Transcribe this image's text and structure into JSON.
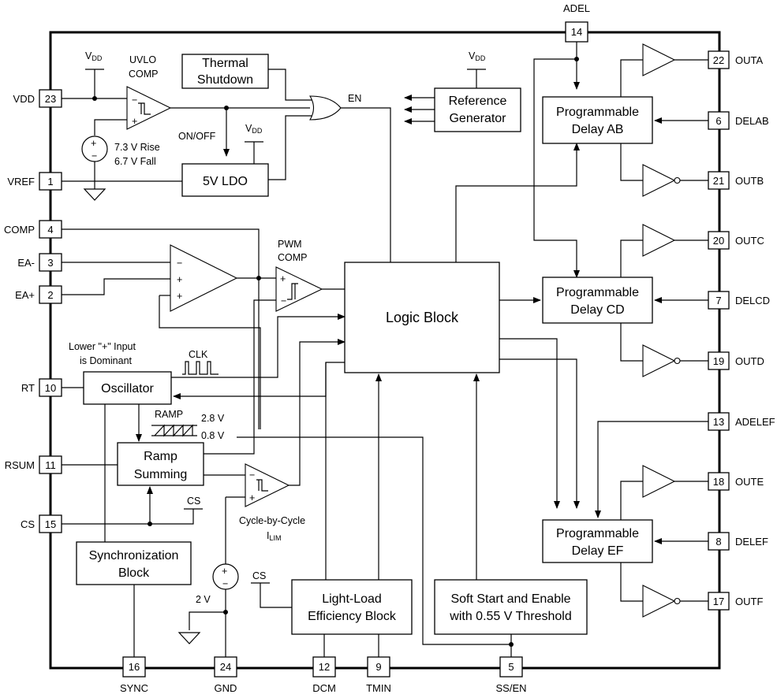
{
  "pins": {
    "vdd": {
      "label": "VDD",
      "num": "23"
    },
    "vref": {
      "label": "VREF",
      "num": "1"
    },
    "comp": {
      "label": "COMP",
      "num": "4"
    },
    "ea_minus": {
      "label": "EA-",
      "num": "3"
    },
    "ea_plus": {
      "label": "EA+",
      "num": "2"
    },
    "rt": {
      "label": "RT",
      "num": "10"
    },
    "rsum": {
      "label": "RSUM",
      "num": "11"
    },
    "cs": {
      "label": "CS",
      "num": "15"
    },
    "adel": {
      "label": "ADEL",
      "num": "14"
    },
    "outa": {
      "label": "OUTA",
      "num": "22"
    },
    "delab": {
      "label": "DELAB",
      "num": "6"
    },
    "outb": {
      "label": "OUTB",
      "num": "21"
    },
    "outc": {
      "label": "OUTC",
      "num": "20"
    },
    "delcd": {
      "label": "DELCD",
      "num": "7"
    },
    "outd": {
      "label": "OUTD",
      "num": "19"
    },
    "adelef": {
      "label": "ADELEF",
      "num": "13"
    },
    "oute": {
      "label": "OUTE",
      "num": "18"
    },
    "delef": {
      "label": "DELEF",
      "num": "8"
    },
    "outf": {
      "label": "OUTF",
      "num": "17"
    },
    "sync": {
      "label": "SYNC",
      "num": "16"
    },
    "gnd": {
      "label": "GND",
      "num": "24"
    },
    "dcm": {
      "label": "DCM",
      "num": "12"
    },
    "tmin": {
      "label": "TMIN",
      "num": "9"
    },
    "ssen": {
      "label": "SS/EN",
      "num": "5"
    }
  },
  "blocks": {
    "thermal": [
      "Thermal",
      "Shutdown"
    ],
    "reference": [
      "Reference",
      "Generator"
    ],
    "ldo": "5V LDO",
    "logic": "Logic Block",
    "oscillator": "Oscillator",
    "ramp": [
      "Ramp",
      "Summing"
    ],
    "sync": [
      "Synchronization",
      "Block"
    ],
    "lightload": [
      "Light-Load",
      "Efficiency Block"
    ],
    "softstart": [
      "Soft Start and Enable",
      "with 0.55 V Threshold"
    ],
    "delay_ab": [
      "Programmable",
      "Delay AB"
    ],
    "delay_cd": [
      "Programmable",
      "Delay CD"
    ],
    "delay_ef": [
      "Programmable",
      "Delay EF"
    ]
  },
  "labels": {
    "vdd_sym": "V",
    "vdd_sub": "DD",
    "uvlo": [
      "UVLO",
      "COMP"
    ],
    "uvlo_rise": "7.3 V Rise",
    "uvlo_fall": "6.7 V Fall",
    "on_off": "ON/OFF",
    "en": "EN",
    "pwm": [
      "PWM",
      "COMP"
    ],
    "lower_input": [
      "Lower \"+\" Input",
      "is Dominant"
    ],
    "clk": "CLK",
    "ramp": "RAMP",
    "ramp_hi": "2.8 V",
    "ramp_lo": "0.8 V",
    "cs": "CS",
    "cbc": "Cycle-by-Cycle",
    "ilim_i": "I",
    "ilim_sub": "LIM",
    "two_v": "2 V",
    "minus": "−",
    "plus": "+"
  }
}
